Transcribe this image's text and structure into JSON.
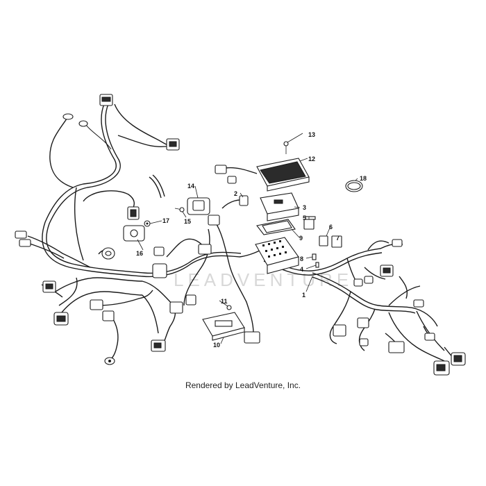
{
  "diagram": {
    "callouts": [
      {
        "id": "c1",
        "label": "1"
      },
      {
        "id": "c2",
        "label": "2"
      },
      {
        "id": "c3",
        "label": "3"
      },
      {
        "id": "c4",
        "label": "4"
      },
      {
        "id": "c5",
        "label": "5"
      },
      {
        "id": "c6",
        "label": "6"
      },
      {
        "id": "c7",
        "label": "7"
      },
      {
        "id": "c8",
        "label": "8"
      },
      {
        "id": "c9",
        "label": "9"
      },
      {
        "id": "c10",
        "label": "10"
      },
      {
        "id": "c11",
        "label": "11"
      },
      {
        "id": "c12",
        "label": "12"
      },
      {
        "id": "c13",
        "label": "13"
      },
      {
        "id": "c14",
        "label": "14"
      },
      {
        "id": "c15",
        "label": "15"
      },
      {
        "id": "c16",
        "label": "16"
      },
      {
        "id": "c17",
        "label": "17"
      },
      {
        "id": "c18",
        "label": "18"
      }
    ],
    "watermark": "LEADVENTURE",
    "caption": "Rendered by LeadVenture, Inc.",
    "colors": {
      "line": "#1a1a1a",
      "background": "#ffffff",
      "watermark": "#d8d8d8"
    }
  }
}
